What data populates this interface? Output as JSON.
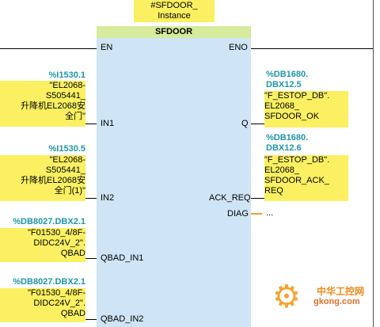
{
  "instance": {
    "line1": "#SFDOOR_",
    "line2": "Instance"
  },
  "block": {
    "title": "SFDOOR"
  },
  "pins": {
    "en": "EN",
    "eno": "ENO",
    "in1": "IN1",
    "in2": "IN2",
    "qbad_in1": "QBAD_IN1",
    "qbad_in2": "QBAD_IN2",
    "q": "Q",
    "ack_req": "ACK_REQ",
    "diag": "DIAG",
    "diag_value": "..."
  },
  "inputs": {
    "in1": {
      "address": "%I1530.1",
      "lines": [
        "\"EL2068-",
        "S505441_",
        "升降机EL2068安",
        "全门\""
      ]
    },
    "in2": {
      "address": "%I1530.5",
      "lines": [
        "\"EL2068-",
        "S505441_",
        "升降机EL2068安",
        "全门(1)\""
      ]
    },
    "qbad_in1": {
      "address": "%DB8027.DBX2.1",
      "lines": [
        "\"F01530_4/8F-",
        "DIDC24V_2\".",
        "QBAD"
      ]
    },
    "qbad_in2": {
      "address": "%DB8027.DBX2.1",
      "lines": [
        "\"F01530_4/8F-",
        "DIDC24V_2\".",
        "QBAD"
      ]
    }
  },
  "outputs": {
    "q": {
      "address_lines": [
        "%DB1680.",
        "DBX12.5"
      ],
      "lines": [
        "\"F_ESTOP_DB\".",
        "EL2068_",
        "SFDOOR_OK"
      ]
    },
    "ack_req": {
      "address_lines": [
        "%DB1680.",
        "DBX12.6"
      ],
      "lines": [
        "\"F_ESTOP_DB\".",
        "EL2068_",
        "SFDOOR_ACK_",
        "REQ"
      ]
    }
  },
  "watermark": {
    "brand": "中华工控网",
    "domain": "gkong.com"
  },
  "colors": {
    "operand_bg": "#fbf061",
    "block_bg": "#cfe4f4",
    "header_bg": "#d6eb9b",
    "address": "#1d96a8",
    "diag_wire": "#f0a030"
  }
}
